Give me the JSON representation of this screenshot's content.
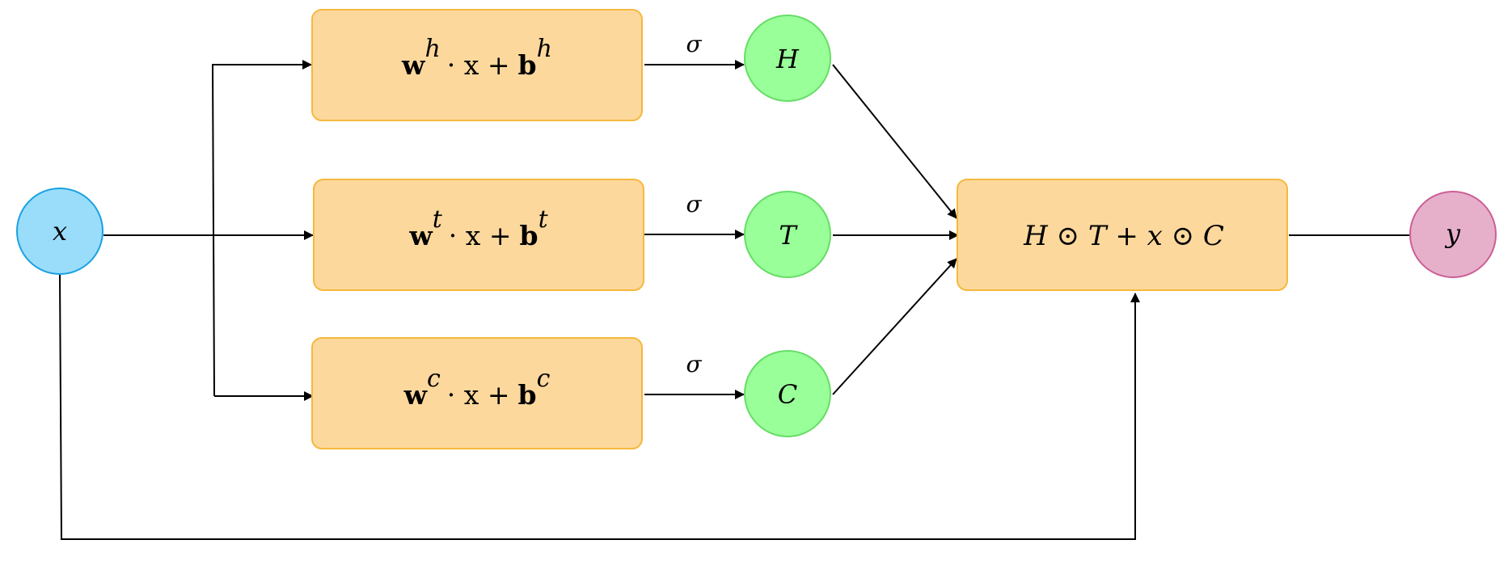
{
  "colors": {
    "input_node_fill": "#99DDFB",
    "input_node_stroke": "#1BA1E2",
    "gate_node_fill": "#99FF99",
    "gate_node_stroke": "#66DD66",
    "output_node_fill": "#E6B0CB",
    "output_node_stroke": "#CC5F96",
    "box_fill": "#FDD89D",
    "box_stroke": "#F5B93E",
    "line": "#000000"
  },
  "nodes": {
    "input": {
      "label": "x"
    },
    "H": {
      "label": "H"
    },
    "T": {
      "label": "T"
    },
    "C": {
      "label": "C"
    },
    "output": {
      "label": "y"
    }
  },
  "boxes": {
    "h": {
      "w": "w",
      "sup": "h",
      "mid": "· x +",
      "b": "b",
      "bsup": "h"
    },
    "t": {
      "w": "w",
      "sup": "t",
      "mid": "· x +",
      "b": "b",
      "bsup": "t"
    },
    "c": {
      "w": "w",
      "sup": "c",
      "mid": "· x +",
      "b": "b",
      "bsup": "c"
    },
    "combine": {
      "label": "H ⊙ T + x ⊙ C"
    }
  },
  "activations": {
    "h": "σ",
    "t": "σ",
    "c": "σ"
  }
}
